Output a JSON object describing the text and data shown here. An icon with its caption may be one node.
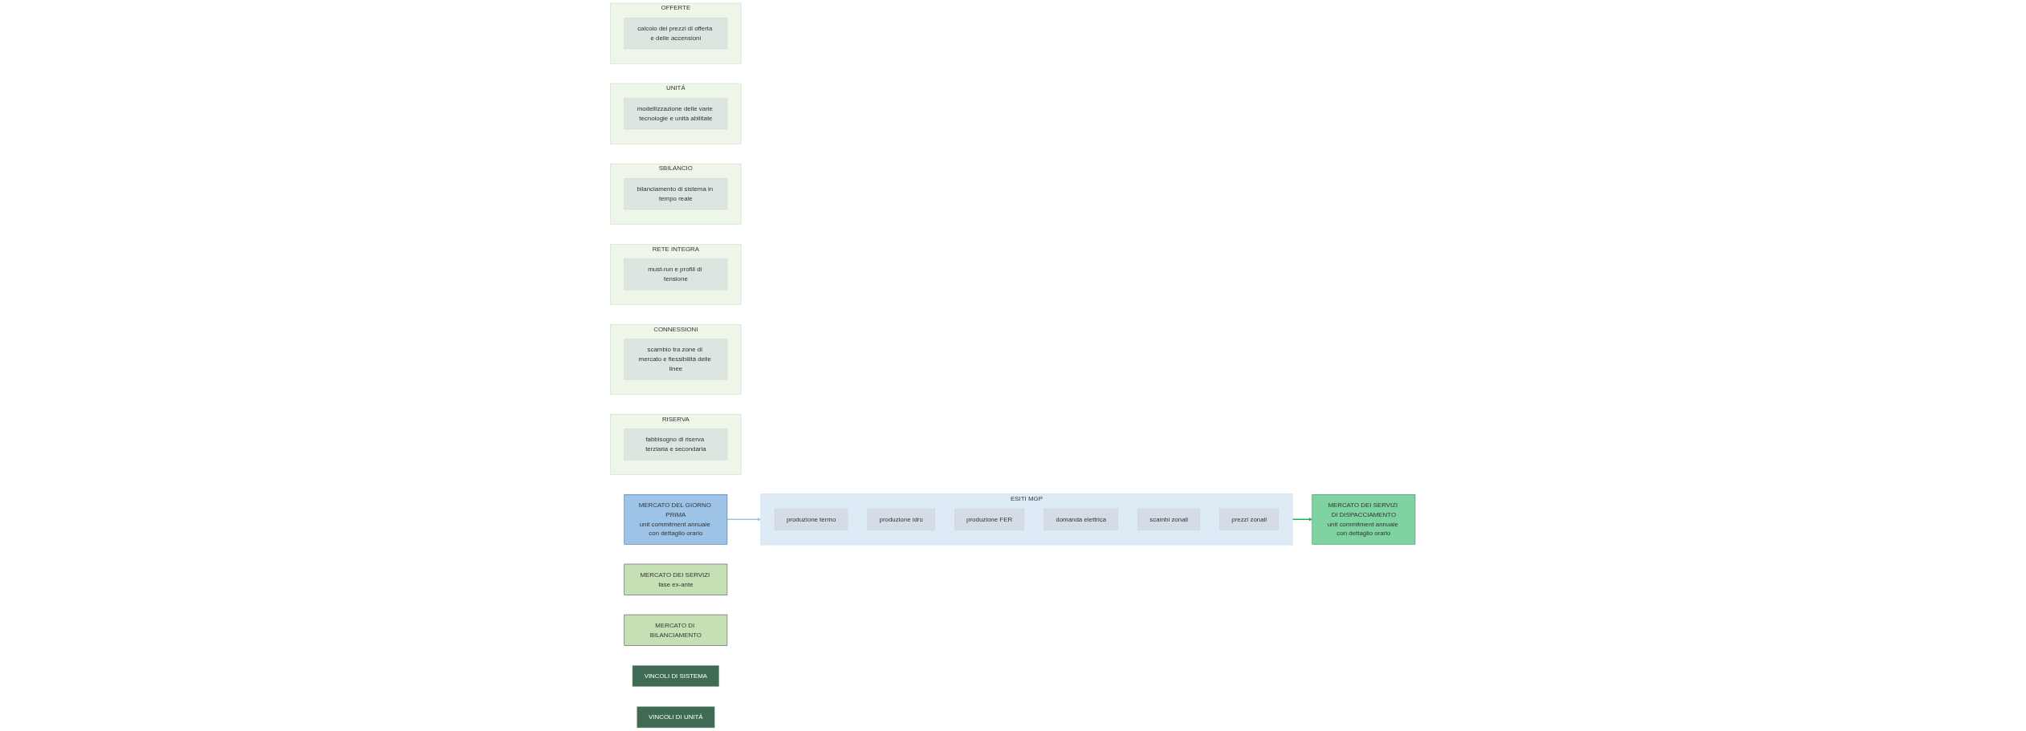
{
  "diagram": {
    "nodes": [
      {
        "text": [
          "MERCATO DEL GIORNO PRIMA",
          "unit commitment annuale con dettaglio orario"
        ]
      },
      {
        "text": [
          "ESITI MGP"
        ]
      },
      {
        "text": [
          "produzione termo"
        ],
        "in": 1
      },
      {
        "text": [
          "produzione idro"
        ],
        "in": 1
      },
      {
        "text": [
          "produzione FER"
        ],
        "in": 1
      },
      {
        "text": [
          "domanda elettrica"
        ],
        "in": 1
      },
      {
        "text": [
          "scambi zonali"
        ],
        "in": 1
      },
      {
        "text": [
          "prezzi zonali"
        ],
        "in": 1
      },
      {
        "text": [
          "MERCATO DEI SERVIZI fase ex-ante"
        ]
      },
      {
        "text": [
          "MERCATO DI BILANCIAMENTO"
        ]
      },
      {
        "text": [
          "VINCOLI DI SISTEMA"
        ]
      },
      {
        "text": [
          "RISERVA"
        ]
      },
      {
        "text": [
          "fabbisogno di riserva terziaria e secondaria"
        ],
        "in": 11
      },
      {
        "text": [
          "CONNESSIONI"
        ]
      },
      {
        "text": [
          "scambio tra zone di mercato e flessibilità delle linee"
        ],
        "in": 13
      },
      {
        "text": [
          "RETE INTEGRA"
        ]
      },
      {
        "text": [
          "must-run e profili di tensione"
        ],
        "in": 15
      },
      {
        "text": [
          "SBILANCIO"
        ]
      },
      {
        "text": [
          "bilanciamento di sistema in tempo reale"
        ],
        "in": 17
      },
      {
        "text": [
          "VINCOLI DI UNITÁ"
        ]
      },
      {
        "text": [
          "UNITÁ"
        ]
      },
      {
        "text": [
          "modellizzazione delle varie tecnologie e unità abilitate"
        ],
        "in": 20
      },
      {
        "text": [
          "OFFERTE"
        ]
      },
      {
        "text": [
          "calcolo dei prezzi di offerta e delle accensioni"
        ],
        "in": 22
      },
      {
        "text": [
          "MERCATO DEI SERVIZI DI DISPACCIAMENTO",
          "unit commitment annuale con dettaglio orario"
        ]
      }
    ],
    "edges": [
      {
        "from": 0,
        "to": 1,
        "arrow": "to",
        "color": "#9dc3e6"
      },
      {
        "from": 1,
        "to": 24,
        "arrow": "to",
        "color": "#22b04b"
      }
    ]
  }
}
